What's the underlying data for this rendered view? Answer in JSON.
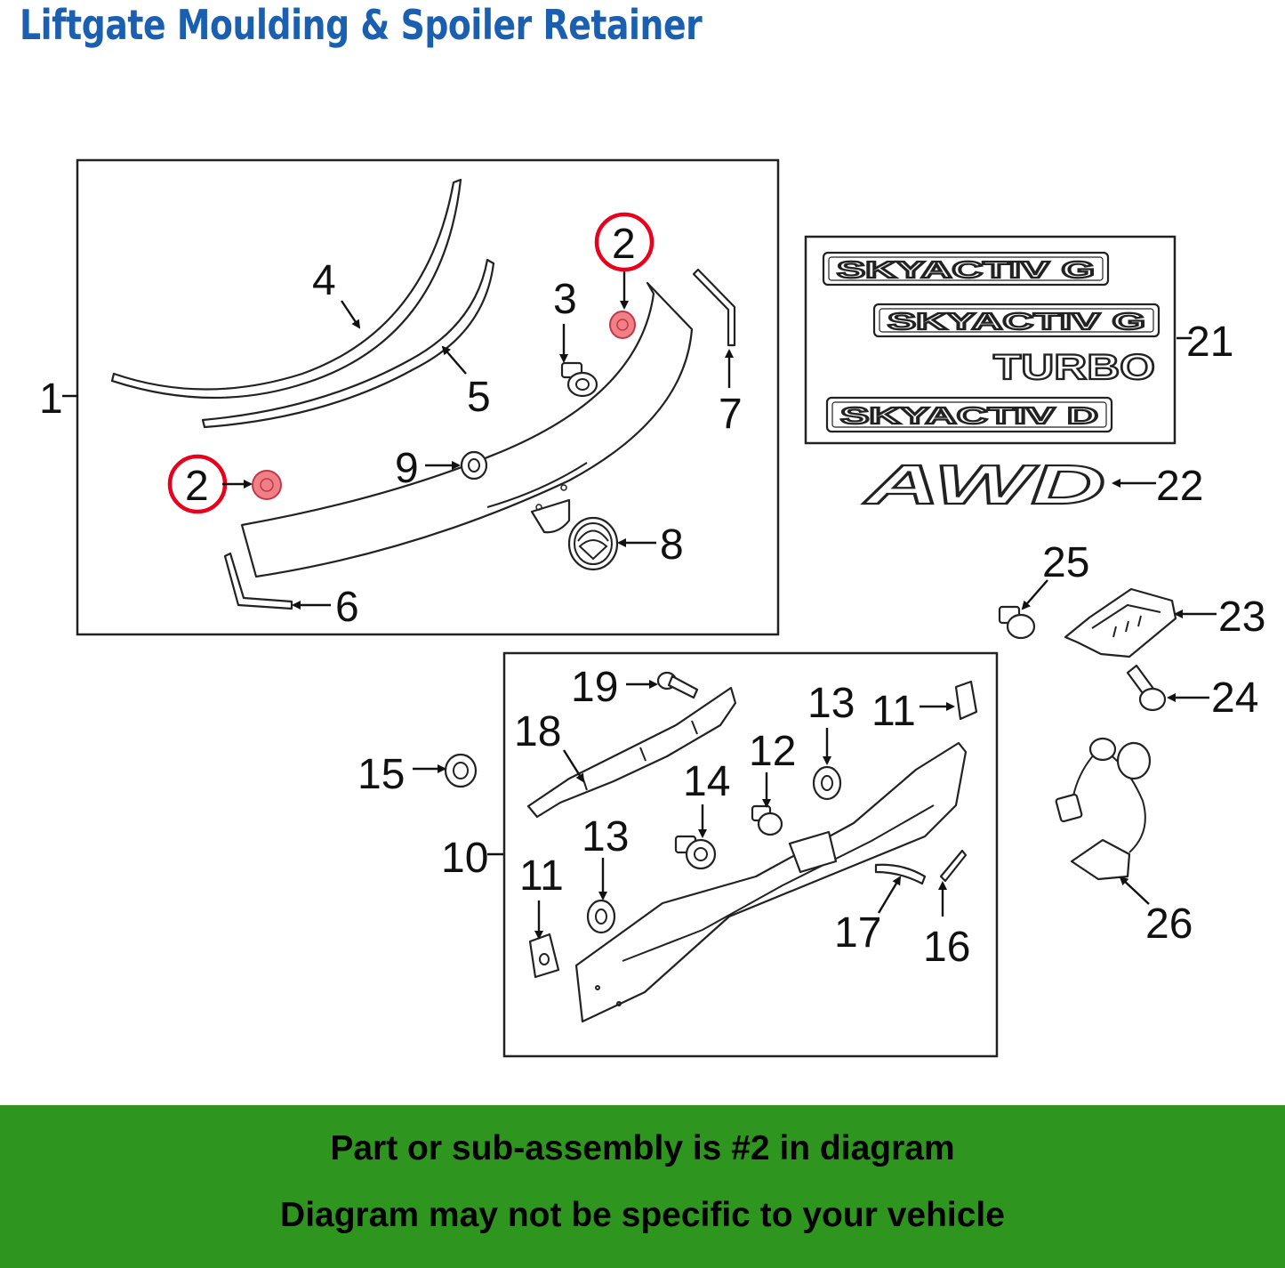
{
  "title": "Liftgate Moulding & Spoiler Retainer",
  "highlight_color": "#e8001c",
  "highlight_fill": "#f07f86",
  "title_color": "#1b5fb0",
  "footer_color": "#2e961e",
  "badges": {
    "skyactiv_g_1": "SKYACTIV G",
    "skyactiv_g_2": "SKYACTIV G",
    "turbo": "TURBO",
    "skyactiv_d": "SKYACTIV D",
    "awd": "AWD"
  },
  "callouts": {
    "c1": "1",
    "c2a": "2",
    "c2b": "2",
    "c3": "3",
    "c4": "4",
    "c5": "5",
    "c6": "6",
    "c7": "7",
    "c8": "8",
    "c9": "9",
    "c10": "10",
    "c11a": "11",
    "c11b": "11",
    "c12": "12",
    "c13a": "13",
    "c13b": "13",
    "c14": "14",
    "c15": "15",
    "c16": "16",
    "c17": "17",
    "c18": "18",
    "c19": "19",
    "c21": "21",
    "c22": "22",
    "c23": "23",
    "c24": "24",
    "c25": "25",
    "c26": "26"
  },
  "footer": {
    "line1": "Part or sub-assembly is #2 in diagram",
    "line2": "Diagram may not be specific to your vehicle"
  }
}
